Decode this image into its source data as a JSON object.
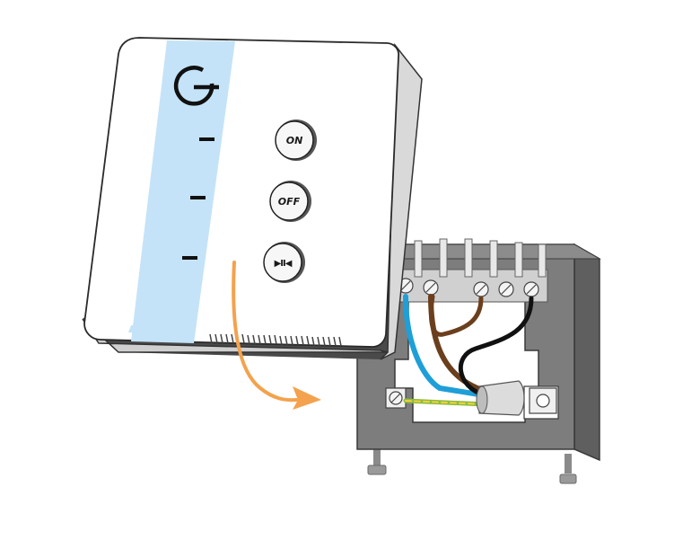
{
  "device": {
    "buttons": [
      {
        "id": "on",
        "label": "ON"
      },
      {
        "id": "off",
        "label": "OFF"
      },
      {
        "id": "play-pause",
        "label": "▶II◀",
        "icon": "play-pause-icon"
      }
    ],
    "logo_icon": "power-ring-icon",
    "scale_marks": 3,
    "strip_color": "#c4e3f8"
  },
  "backplate": {
    "terminals": 5,
    "wire_colors": {
      "blue": "#1e9fd8",
      "brown": "#6b3f1d",
      "black": "#111111",
      "earth_green": "#8dbb3f",
      "earth_yellow": "#f0d23a"
    }
  },
  "arrow": {
    "color": "#f4a24d",
    "icon": "curved-arrow-icon"
  }
}
